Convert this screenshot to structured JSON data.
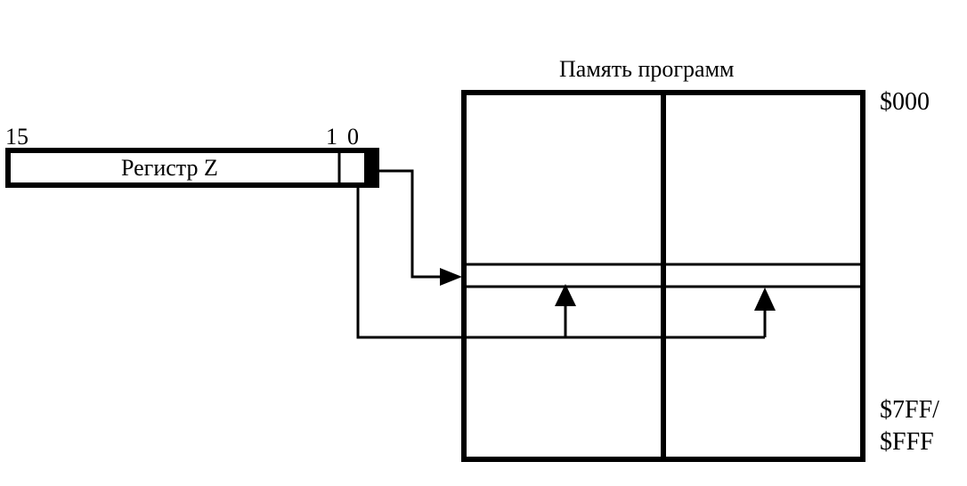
{
  "memory": {
    "title": "Память программ",
    "start_address": "$000",
    "end_address_line1": "$7FF/",
    "end_address_line2": "$FFF"
  },
  "register": {
    "name": "Регистр Z",
    "bit_high": "15",
    "bit_1": "1",
    "bit_0": "0"
  },
  "colors": {
    "ink": "#000000",
    "background": "#ffffff"
  }
}
